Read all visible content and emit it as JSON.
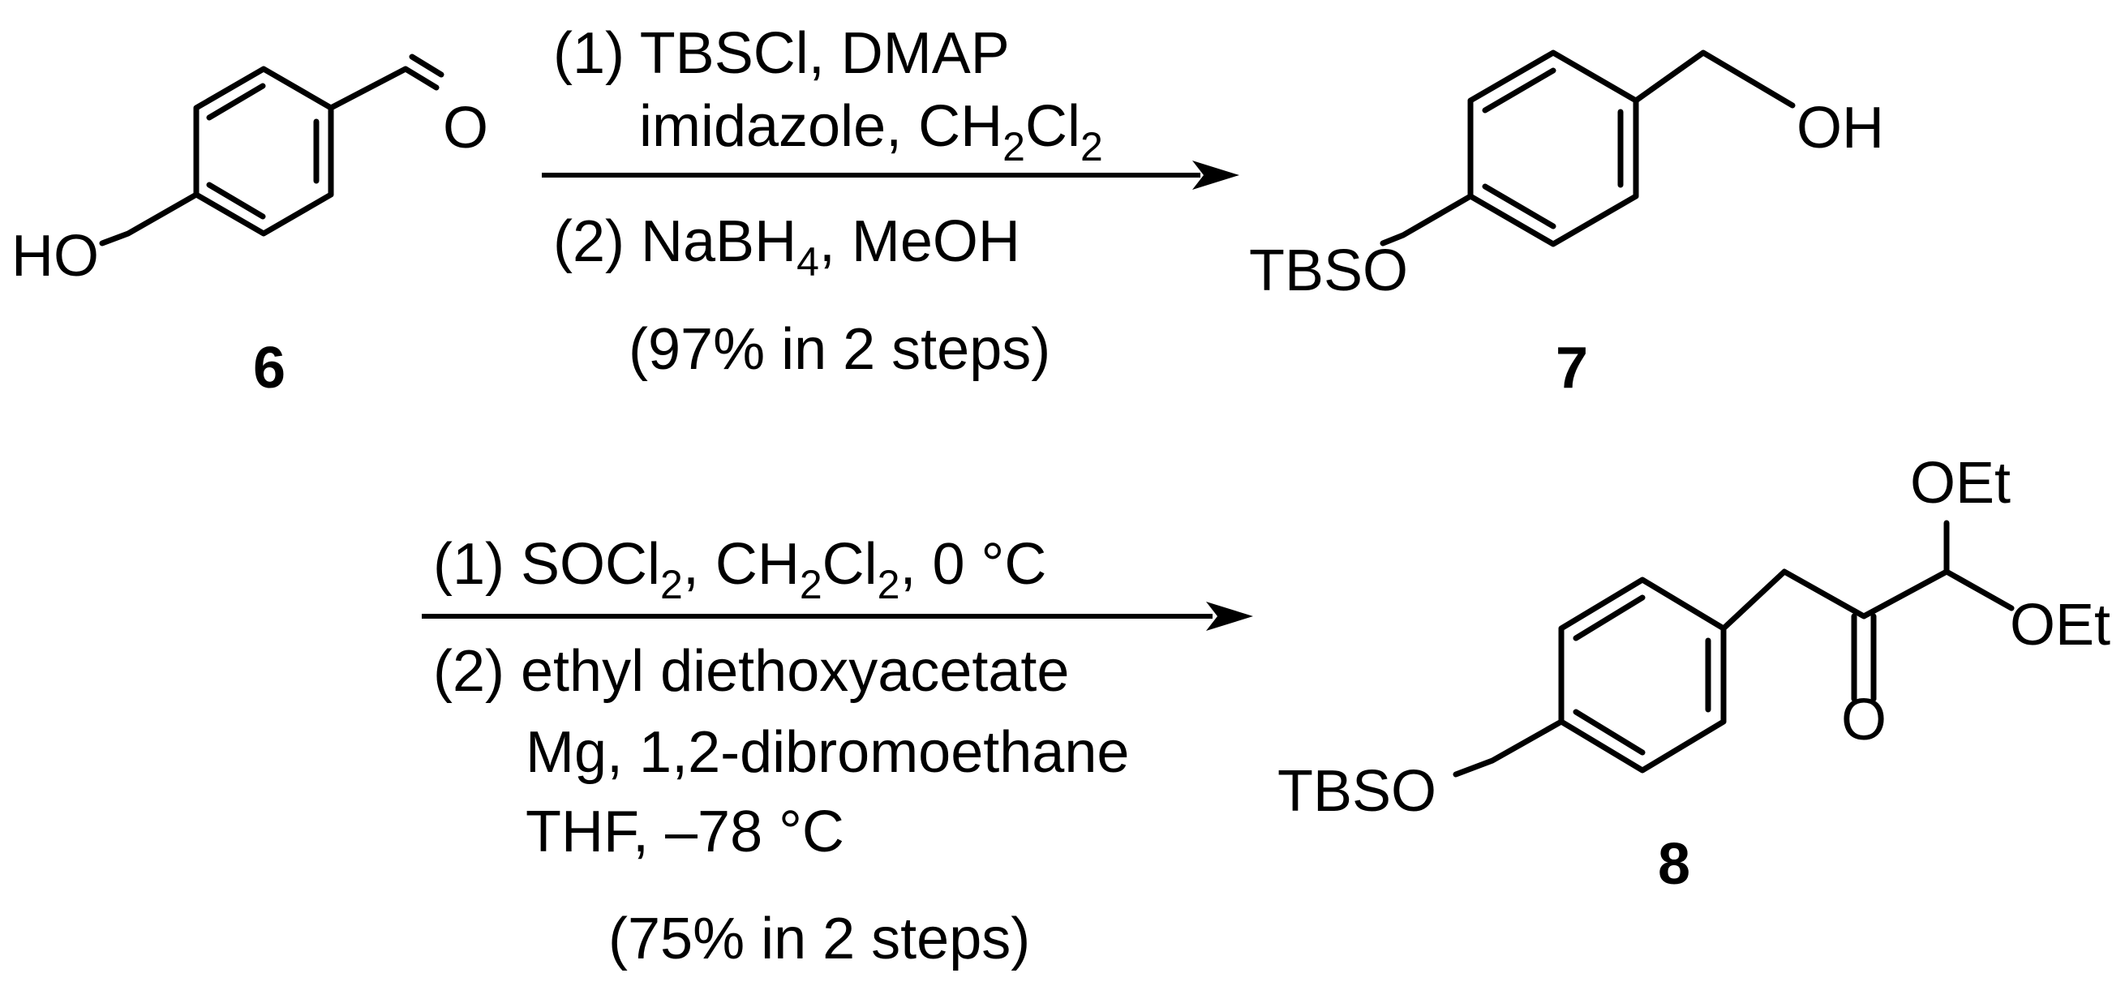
{
  "scheme": {
    "compounds": [
      {
        "number": "6",
        "groups": {
          "hydroxy": "HO",
          "carbonyl_o": "O"
        }
      },
      {
        "number": "7",
        "groups": {
          "protected": "TBSO",
          "alcohol": "OH"
        }
      },
      {
        "number": "8",
        "groups": {
          "protected": "TBSO",
          "acetal_1": "OEt",
          "acetal_2": "OEt",
          "ketone_o": "O"
        }
      }
    ],
    "reaction1": {
      "step1_line1": "(1) TBSCl, DMAP",
      "step1_line2": {
        "a": "imidazole, CH",
        "b": "2",
        "c": "Cl",
        "d": "2"
      },
      "step2": {
        "a": "(2) NaBH",
        "b": "4",
        "c": ", MeOH"
      },
      "yield": "(97% in 2 steps)"
    },
    "reaction2": {
      "step1": {
        "a": "(1) SOCl",
        "b": "2",
        "c": ", CH",
        "d": "2",
        "e": "Cl",
        "f": "2",
        "g": ", 0 °C"
      },
      "step2_line1": "(2) ethyl diethoxyacetate",
      "step2_line2": "Mg, 1,2-dibromoethane",
      "step2_line3": "THF, –78 °C",
      "yield": "(75% in 2 steps)"
    }
  }
}
